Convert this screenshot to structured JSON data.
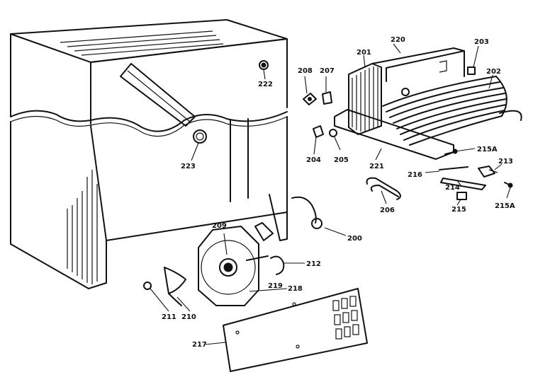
{
  "callouts": {
    "c200": "200",
    "c201": "201",
    "c202": "202",
    "c203": "203",
    "c204": "204",
    "c205": "205",
    "c206": "206",
    "c207": "207",
    "c208": "208",
    "c209": "209",
    "c210": "210",
    "c211": "211",
    "c212": "212",
    "c213": "213",
    "c214": "214",
    "c215": "215",
    "c215a_top": "215A",
    "c215a_bottom": "215A",
    "c216": "216",
    "c217": "217",
    "c218": "218",
    "c219": "219",
    "c220": "220",
    "c221": "221",
    "c222": "222",
    "c223": "223"
  }
}
